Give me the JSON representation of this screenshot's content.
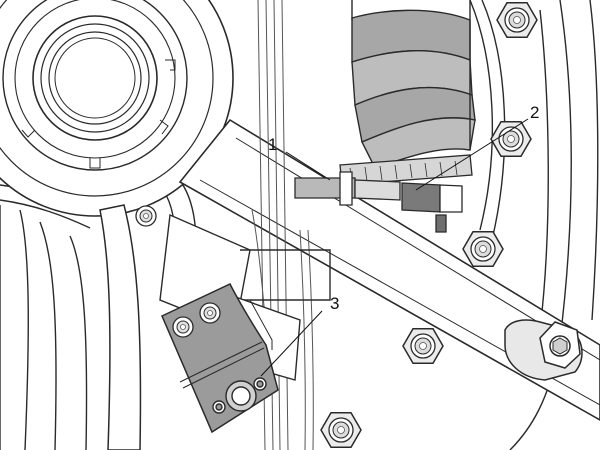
{
  "callouts": [
    {
      "id": "1",
      "label": "1"
    },
    {
      "id": "2",
      "label": "2"
    },
    {
      "id": "3",
      "label": "3"
    }
  ],
  "colors": {
    "line": "#2a2a2a",
    "thin_line": "#6a6a6a",
    "part_fill": "#ffffff",
    "shaded_part": "#9a9a9a",
    "dark_part": "#6f6f6f",
    "spring_fill": "#a7a7a7",
    "bracket_fill": "#9b9b9b",
    "nut_fill": "#e8e8e8"
  }
}
